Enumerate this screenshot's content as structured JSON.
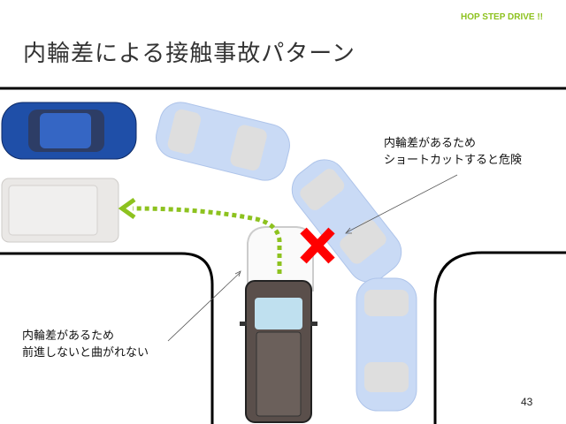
{
  "header": {
    "brand": "HOP STEP DRIVE !!",
    "title": "内輪差による接触事故パターン"
  },
  "annotations": {
    "right": {
      "line1": "内輪差があるため",
      "line2": "ショートカットすると危険"
    },
    "left": {
      "line1": "内輪差があるため",
      "line2": "前進しないと曲がれない"
    }
  },
  "page_number": "43",
  "colors": {
    "brand": "#8dc21f",
    "path_arrow": "#8dc21f",
    "danger": "#ff0000",
    "ghost_car": "#c9daf5",
    "parked_car": "#1f4fa8",
    "van": "#5a4f4b"
  }
}
